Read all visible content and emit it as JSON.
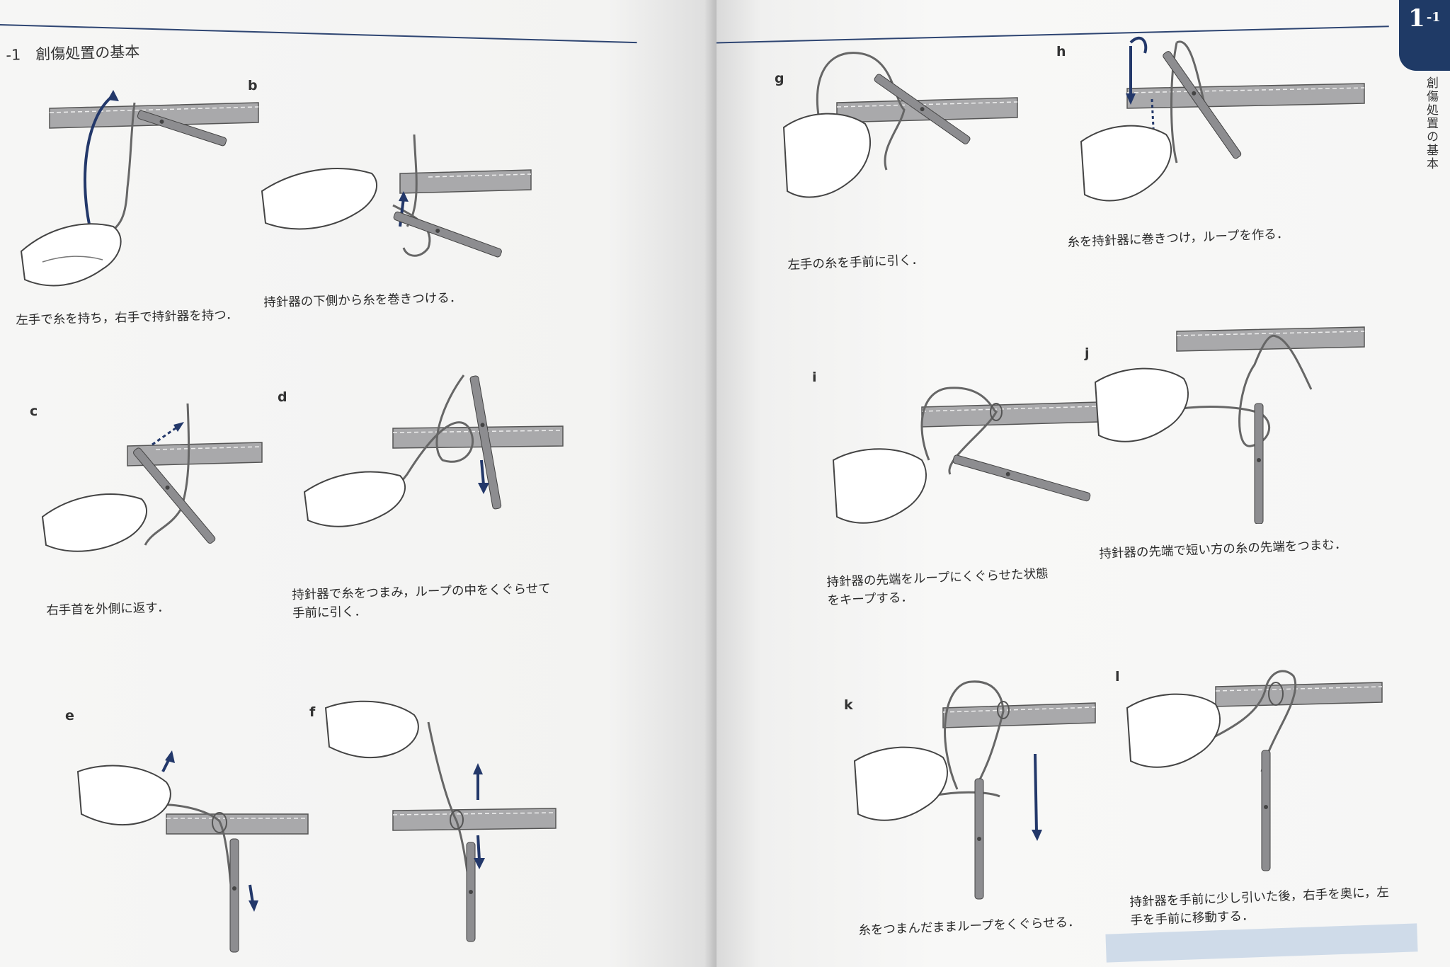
{
  "running_head": "-1　創傷処置の基本",
  "chapter_tab": {
    "number": "1",
    "sub": "-1"
  },
  "side_title": "創傷処置の基本",
  "figures": [
    {
      "id": "a",
      "label": "",
      "caption": "左手で糸を持ち，右手で持針器を持つ．"
    },
    {
      "id": "b",
      "label": "b",
      "caption": "持針器の下側から糸を巻きつける．"
    },
    {
      "id": "c",
      "label": "c",
      "caption": "右手首を外側に返す．"
    },
    {
      "id": "d",
      "label": "d",
      "caption": "持針器で糸をつまみ，ループの中をくぐらせて手前に引く．"
    },
    {
      "id": "e",
      "label": "e",
      "caption": ""
    },
    {
      "id": "f",
      "label": "f",
      "caption": ""
    },
    {
      "id": "g",
      "label": "g",
      "caption": "左手の糸を手前に引く．"
    },
    {
      "id": "h",
      "label": "h",
      "caption": "糸を持針器に巻きつけ，ループを作る．"
    },
    {
      "id": "i",
      "label": "i",
      "caption": "持針器の先端をループにくぐらせた状態をキープする．"
    },
    {
      "id": "j",
      "label": "j",
      "caption": "持針器の先端で短い方の糸の先端をつまむ．"
    },
    {
      "id": "k",
      "label": "k",
      "caption": "糸をつまんだままループをくぐらせる．"
    },
    {
      "id": "l",
      "label": "l",
      "caption": "持針器を手前に少し引いた後，右手を奥に，左手を手前に移動する．"
    }
  ],
  "colors": {
    "accent": "#1f3a66",
    "rule": "#2e4572",
    "arrow": "#23386a"
  }
}
